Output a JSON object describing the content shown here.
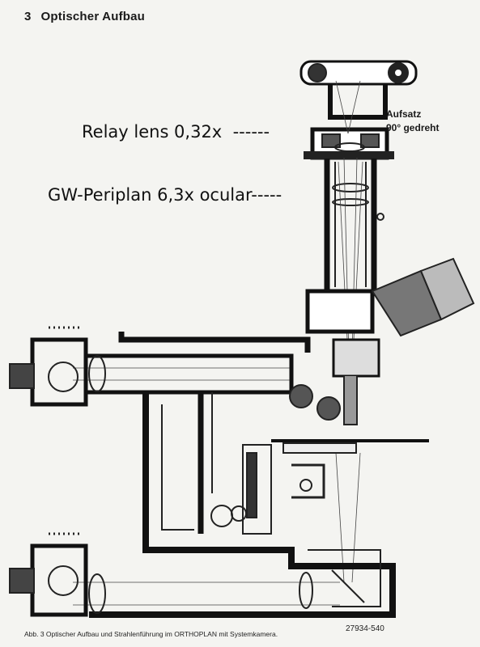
{
  "section": {
    "number": "3",
    "title": "Optischer Aufbau"
  },
  "labels": {
    "relay": "Relay lens 0,32x",
    "relay_leader": "------",
    "ocular": "GW-Periplan 6,3x ocular",
    "ocular_leader": "-----",
    "aufsatz_line1": "Aufsatz",
    "aufsatz_line2": "90° gedreht"
  },
  "caption": "Abb. 3  Optischer Aufbau und Strahlenführung im ORTHOPLAN mit Systemkamera.",
  "figure_number": "27934-540"
}
